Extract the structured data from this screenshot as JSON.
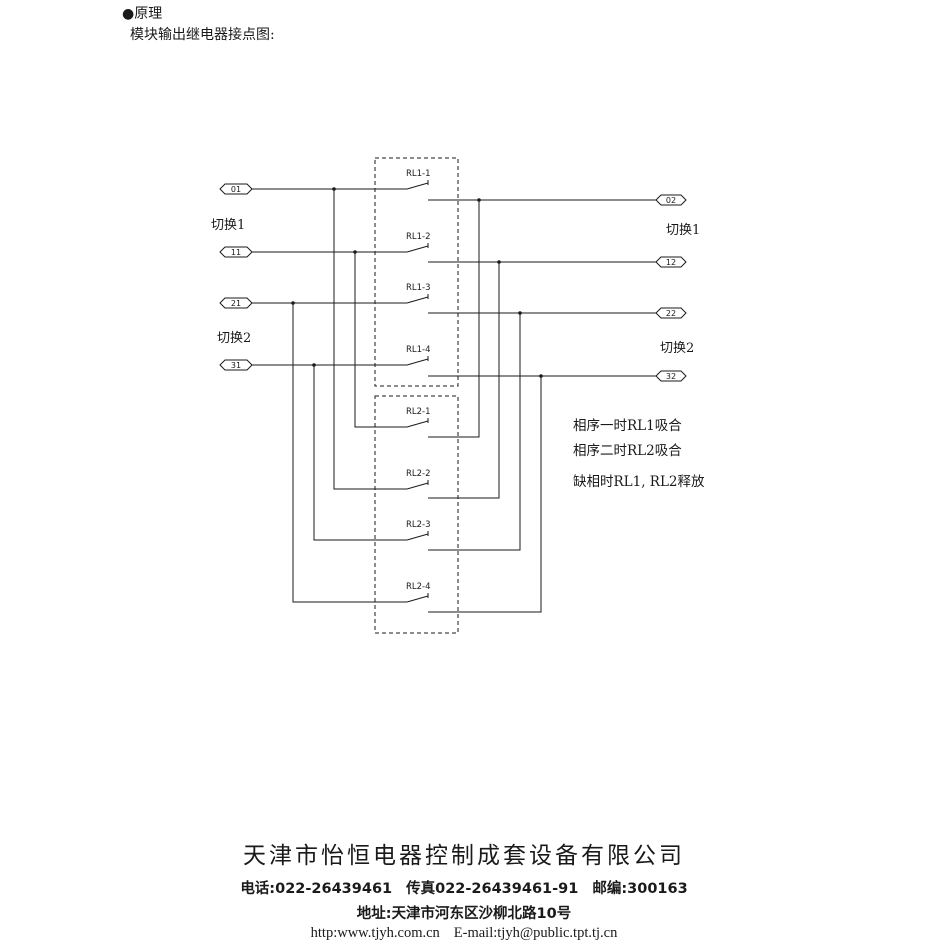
{
  "header": {
    "section": "●原理",
    "subtitle": "模块输出继电器接点图:"
  },
  "diagram": {
    "left_terminals": [
      "01",
      "11",
      "21",
      "31"
    ],
    "right_terminals": [
      "02",
      "12",
      "22",
      "32"
    ],
    "contacts_rl1": [
      "RL1-1",
      "RL1-2",
      "RL1-3",
      "RL1-4"
    ],
    "contacts_rl2": [
      "RL2-1",
      "RL2-2",
      "RL2-3",
      "RL2-4"
    ],
    "switch_left_1": "切换1",
    "switch_left_2": "切换2",
    "switch_right_1": "切换1",
    "switch_right_2": "切换2",
    "notes": [
      "相序一时RL1吸合",
      "相序二时RL2吸合",
      "缺相时RL1, RL2释放"
    ]
  },
  "footer": {
    "company": "天津市怡恒电器控制成套设备有限公司",
    "phone_label": "电话:",
    "phone": "022-26439461",
    "fax_label": "传真",
    "fax": "022-26439461-91",
    "zip_label": "邮编:",
    "zip": "300163",
    "address_label": "地址:",
    "address": "天津市河东区沙柳北路10号",
    "website": "http:www.tjyh.com.cn",
    "email": "E-mail:tjyh@public.tpt.tj.cn"
  }
}
